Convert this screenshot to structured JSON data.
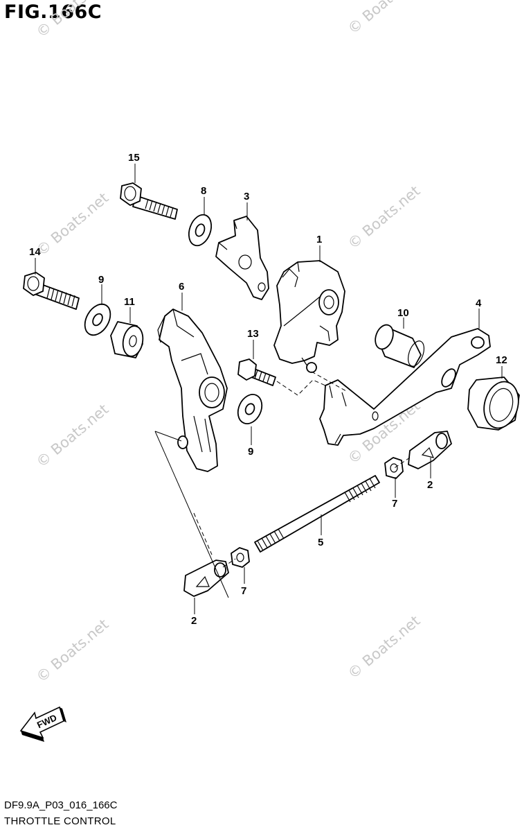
{
  "figure": {
    "title": "FIG.166C",
    "code": "DF9.9A_P03_016_166C",
    "caption": "THROTTLE CONTROL"
  },
  "watermark": "© Boats.net",
  "fwd_label": "FWD",
  "callouts": {
    "c1": "1",
    "c2a": "2",
    "c2b": "2",
    "c3": "3",
    "c4": "4",
    "c5": "5",
    "c6": "6",
    "c7a": "7",
    "c7b": "7",
    "c8": "8",
    "c9a": "9",
    "c9b": "9",
    "c10": "10",
    "c11": "11",
    "c12": "12",
    "c13": "13",
    "c14": "14",
    "c15": "15"
  }
}
